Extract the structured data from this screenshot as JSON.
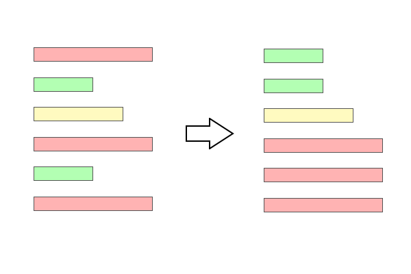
{
  "colors": {
    "long": "#ffb3b3",
    "short": "#b3ffb3",
    "medium": "#fffac0",
    "outline": "#555555",
    "arrow_fill": "#ffffff",
    "arrow_stroke": "#000000"
  },
  "before": {
    "bars": [
      {
        "kind": "long",
        "length": 4
      },
      {
        "kind": "short",
        "length": 2
      },
      {
        "kind": "medium",
        "length": 3
      },
      {
        "kind": "long",
        "length": 4
      },
      {
        "kind": "short",
        "length": 2
      },
      {
        "kind": "long",
        "length": 4
      }
    ]
  },
  "after": {
    "bars": [
      {
        "kind": "short",
        "length": 2
      },
      {
        "kind": "short",
        "length": 2
      },
      {
        "kind": "medium",
        "length": 3
      },
      {
        "kind": "long",
        "length": 4
      },
      {
        "kind": "long",
        "length": 4
      },
      {
        "kind": "long",
        "length": 4
      }
    ]
  },
  "arrow": {
    "icon": "right-arrow-icon"
  }
}
